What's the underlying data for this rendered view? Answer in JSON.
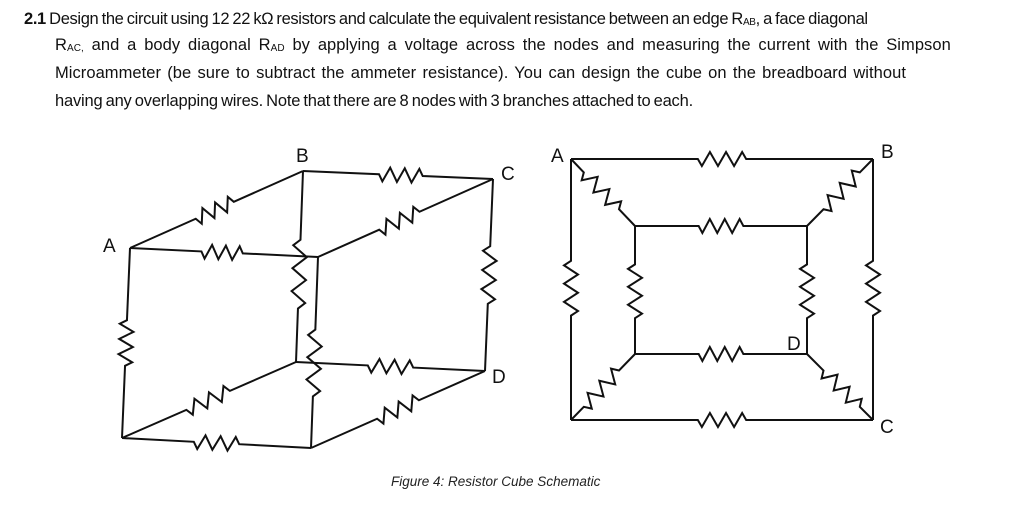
{
  "problem": {
    "number": "2.1",
    "line1_a": "Design the circuit using 12 22 kΩ resistors and calculate the equivalent resistance between an edge R",
    "line1_sub": "AB",
    "line1_b": ", a face diagonal",
    "line2_a": "R",
    "line2_sub": "AC,",
    "line2_b": " and a body diagonal R",
    "line2_sub2": "AD",
    "line2_c": " by applying a voltage across the nodes and measuring the current with the Simpson",
    "line3": "Microammeter (be sure to subtract the ammeter resistance). You can design the cube on the breadboard without",
    "line4": "having any overlapping wires. Note that there are 8 nodes with 3 branches attached to each."
  },
  "figure": {
    "caption": "Figure 4: Resistor Cube Schematic",
    "cube_3d": {
      "labels": {
        "A": "A",
        "B": "B",
        "C": "C",
        "D": "D"
      },
      "resistor_count": 12
    },
    "cube_2d": {
      "labels": {
        "A": "A",
        "B": "B",
        "C": "C",
        "D": "D"
      },
      "resistor_count": 12
    }
  }
}
